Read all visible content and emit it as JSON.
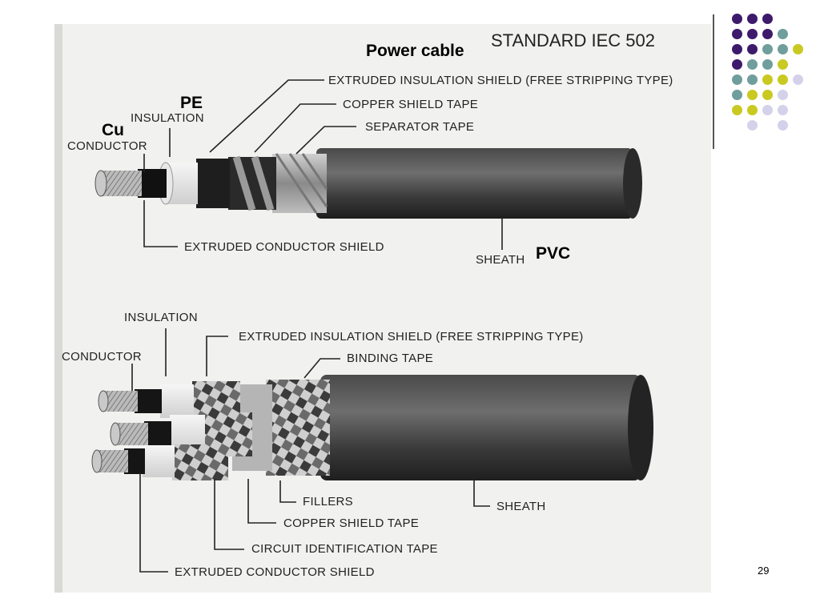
{
  "slide": {
    "title": "Power cable",
    "standard": "STANDARD IEC 502",
    "page_number": "29"
  },
  "top_cable": {
    "material_pe": "PE",
    "material_cu": "Cu",
    "material_pvc": "PVC",
    "labels": {
      "insulation_shield": "EXTRUDED INSULATION SHIELD (FREE STRIPPING TYPE)",
      "copper_shield_tape": "COPPER SHIELD TAPE",
      "separator_tape": "SEPARATOR TAPE",
      "insulation": "INSULATION",
      "conductor": "CONDUCTOR",
      "conductor_shield": "EXTRUDED CONDUCTOR SHIELD",
      "sheath": "SHEATH"
    }
  },
  "bottom_cable": {
    "labels": {
      "insulation": "INSULATION",
      "insulation_shield": "EXTRUDED INSULATION SHIELD (FREE STRIPPING TYPE)",
      "conductor": "CONDUCTOR",
      "binding_tape": "BINDING TAPE",
      "fillers": "FILLERS",
      "sheath": "SHEATH",
      "copper_shield_tape": "COPPER SHIELD TAPE",
      "circuit_id_tape": "CIRCUIT IDENTIFICATION TAPE",
      "conductor_shield": "EXTRUDED CONDUCTOR SHIELD"
    }
  },
  "decor": {
    "colors": {
      "purple": "#3d1a6b",
      "teal": "#6f9e9c",
      "yellow": "#c9c922",
      "lavender": "#d4d2ea"
    }
  }
}
